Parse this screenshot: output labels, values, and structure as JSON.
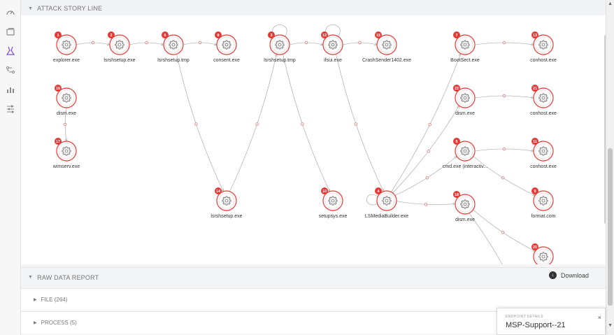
{
  "sidebar": {
    "items": [
      {
        "name": "dashboard-gauge-icon"
      },
      {
        "name": "device-icon"
      },
      {
        "name": "investigation-icon",
        "active": true
      },
      {
        "name": "workflow-icon"
      },
      {
        "name": "reports-chart-icon"
      },
      {
        "name": "settings-sliders-icon"
      }
    ]
  },
  "story_line": {
    "title": "ATTACK STORY LINE",
    "nodes": [
      {
        "id": "1",
        "label": "explorer.exe"
      },
      {
        "id": "2",
        "label": "lsrshsetup.exe"
      },
      {
        "id": "6",
        "label": "lsrshsetup.tmp"
      },
      {
        "id": "8",
        "label": "consent.exe"
      },
      {
        "id": "3",
        "label": "lsrshsetup.tmp"
      },
      {
        "id": "12",
        "label": "ifsui.exe"
      },
      {
        "id": "15",
        "label": "CrashSender1402.exe"
      },
      {
        "id": "7",
        "label": "BootSect.exe"
      },
      {
        "id": "13",
        "label": "conhost.exe"
      },
      {
        "id": "16",
        "label": "dism.exe"
      },
      {
        "id": "22",
        "label": "dism.exe"
      },
      {
        "id": "21",
        "label": "conhost.exe"
      },
      {
        "id": "17",
        "label": "wimserv.exe"
      },
      {
        "id": "5",
        "label": "cmd.exe (interactiv..."
      },
      {
        "id": "11",
        "label": "conhost.exe"
      },
      {
        "id": "14",
        "label": "lsrshsetup.exe"
      },
      {
        "id": "10",
        "label": "setupsys.exe"
      },
      {
        "id": "4",
        "label": "LSMediaBuilder.exe"
      },
      {
        "id": "18",
        "label": "dism.exe"
      },
      {
        "id": "9",
        "label": "format.com"
      },
      {
        "id": "20",
        "label": ""
      }
    ]
  },
  "raw_data": {
    "title": "RAW DATA REPORT",
    "download_label": "Download",
    "rows": [
      {
        "label": "FILE (264)"
      },
      {
        "label": "PROCESS (5)"
      }
    ]
  },
  "endpoint": {
    "label": "ENDPOINT DETAILS",
    "name": "MSP-Support--21"
  },
  "colors": {
    "node_red": "#e53935",
    "edge_gray": "#b5b5b5",
    "edge_dot": "#e57373"
  },
  "icons": {
    "node": "gear-icon",
    "caret_open": "▼",
    "caret_closed": "▶",
    "close": "×",
    "download": "arrow-down-circle-icon"
  }
}
